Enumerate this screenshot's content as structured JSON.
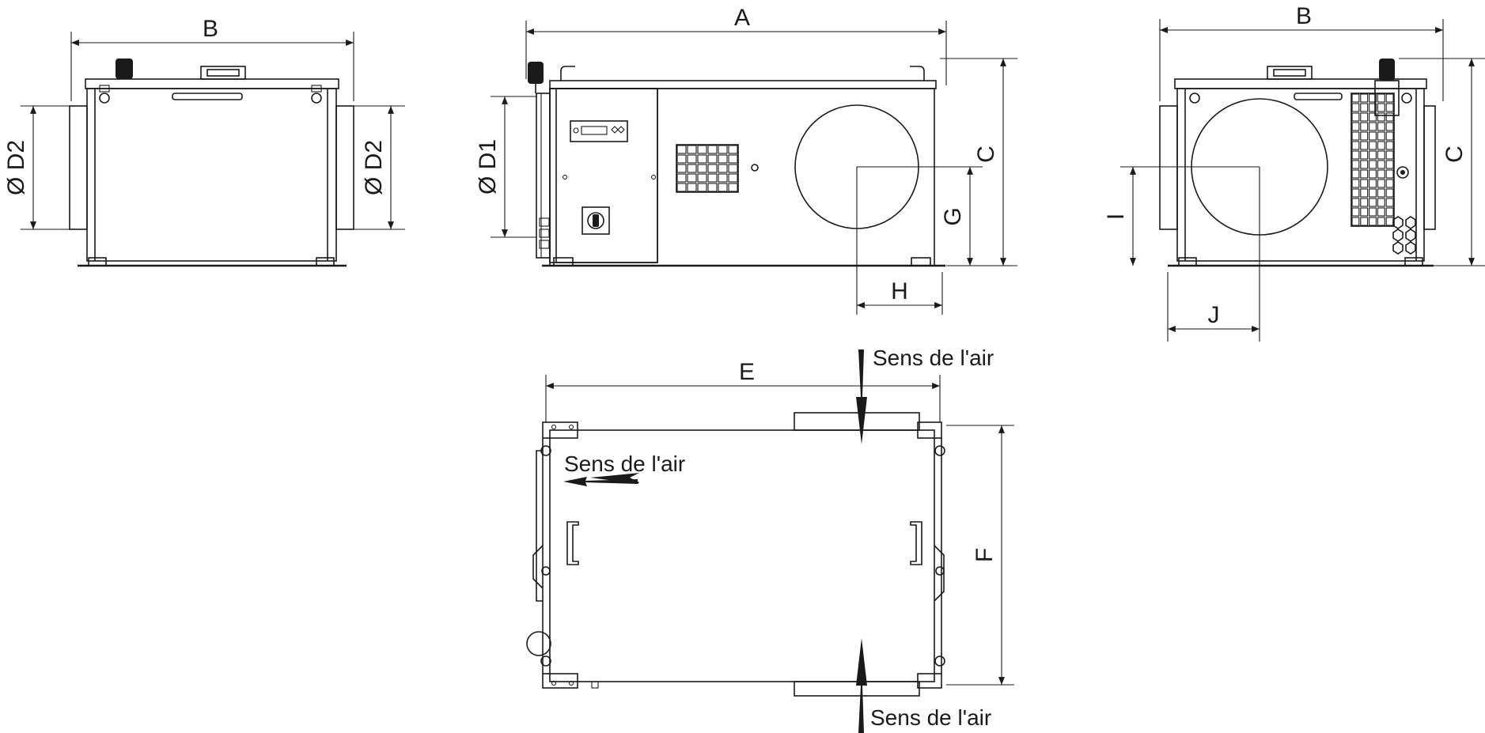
{
  "dimensions": {
    "A": "A",
    "B": "B",
    "C": "C",
    "D1": "Ø D1",
    "D2": "Ø D2",
    "E": "E",
    "F": "F",
    "G": "G",
    "H": "H",
    "I": "I",
    "J": "J"
  },
  "airflow_label": "Sens de l'air",
  "colors": {
    "line": "#1a1a1a",
    "background": "#ffffff"
  },
  "views": [
    "side-view-left",
    "front-view",
    "side-view-right",
    "top-view"
  ]
}
